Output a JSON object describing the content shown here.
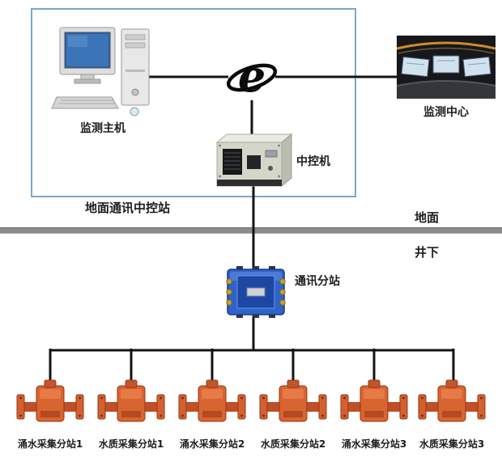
{
  "labels": {
    "host": "监测主机",
    "internet_icon": "e",
    "center": "监测中心",
    "control": "中控机",
    "ground_station": "地面通讯中控站",
    "surface": "地面",
    "underground": "井下",
    "substation": "通讯分站"
  },
  "devices": [
    {
      "label": "涌水采集分站1"
    },
    {
      "label": "水质采集分站1"
    },
    {
      "label": "涌水采集分站2"
    },
    {
      "label": "水质采集分站2"
    },
    {
      "label": "涌水采集分站3"
    },
    {
      "label": "水质采集分站3"
    }
  ],
  "colors": {
    "ground_box_border": "#7ba7c9",
    "divider_gray": "#8c8c8c",
    "wire_black": "#141414",
    "substation_blue": "#2f63c9",
    "device_orange": "#d8642f"
  }
}
